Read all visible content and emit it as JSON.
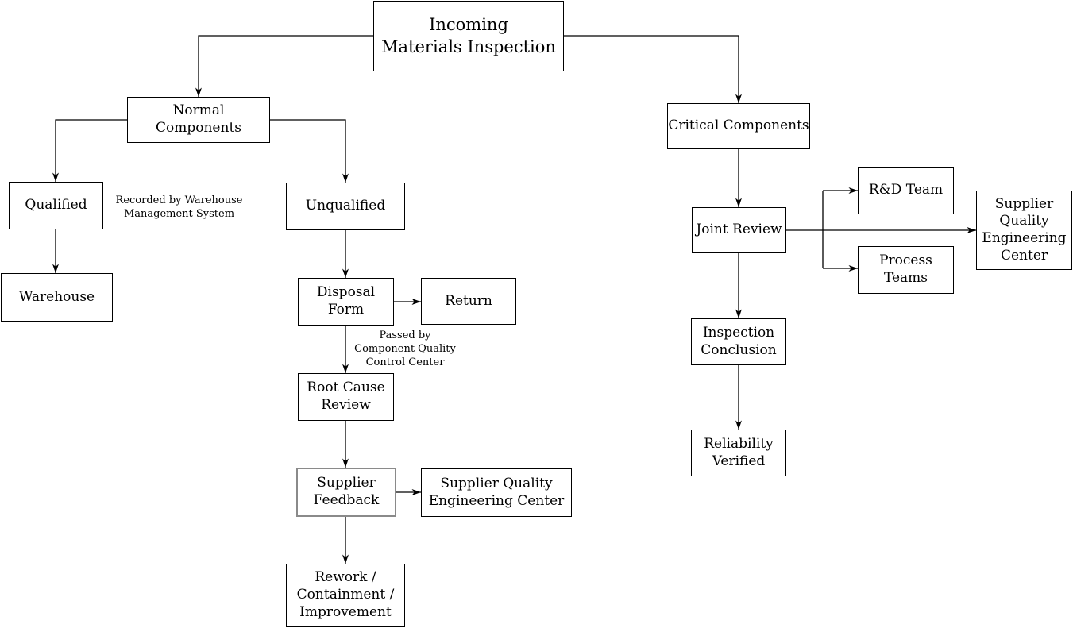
{
  "diagram": {
    "title": "Incoming Materials Inspection",
    "type": "flowchart"
  },
  "nodes": {
    "title": {
      "label": "Incoming\nMaterials Inspection"
    },
    "normal_components": {
      "label": "Normal Components"
    },
    "critical_components": {
      "label": "Critical Components"
    },
    "qualified": {
      "label": "Qualified"
    },
    "unqualified": {
      "label": "Unqualified"
    },
    "warehouse": {
      "label": "Warehouse"
    },
    "disposal_form": {
      "label": "Disposal\nForm"
    },
    "return": {
      "label": "Return"
    },
    "root_cause_review": {
      "label": "Root Cause\nReview"
    },
    "supplier_feedback": {
      "label": "Supplier\nFeedback"
    },
    "supplier_quality_engineering_center_left": {
      "label": "Supplier Quality\nEngineering Center"
    },
    "rework": {
      "label": "Rework /\nContainment /\nImprovement"
    },
    "joint_review": {
      "label": "Joint Review"
    },
    "rnd_team": {
      "label": "R&D Team"
    },
    "process_teams": {
      "label": "Process\nTeams"
    },
    "supplier_quality_engineering_center_right": {
      "label": "Supplier\nQuality\nEngineering\nCenter"
    },
    "inspection_conclusion": {
      "label": "Inspection\nConclusion"
    },
    "reliability_verified": {
      "label": "Reliability\nVerified"
    }
  },
  "edge_labels": {
    "recorded_by": "Recorded by Warehouse\nManagement System",
    "passed_by": "Passed by\nComponent Quality\nControl Center"
  },
  "edges": [
    {
      "from": "Incoming Materials Inspection",
      "to": "Normal Components"
    },
    {
      "from": "Incoming Materials Inspection",
      "to": "Critical Components"
    },
    {
      "from": "Normal Components",
      "to": "Qualified"
    },
    {
      "from": "Normal Components",
      "to": "Unqualified"
    },
    {
      "from": "Qualified",
      "to": "Warehouse",
      "label": "Recorded by Warehouse Management System"
    },
    {
      "from": "Unqualified",
      "to": "Disposal Form"
    },
    {
      "from": "Disposal Form",
      "to": "Return"
    },
    {
      "from": "Disposal Form",
      "to": "Root Cause Review",
      "label": "Passed by Component Quality Control Center"
    },
    {
      "from": "Root Cause Review",
      "to": "Supplier Feedback"
    },
    {
      "from": "Supplier Feedback",
      "to": "Supplier Quality Engineering Center"
    },
    {
      "from": "Supplier Feedback",
      "to": "Rework / Containment / Improvement"
    },
    {
      "from": "Critical Components",
      "to": "Joint Review"
    },
    {
      "from": "Joint Review",
      "to": "R&D Team"
    },
    {
      "from": "Joint Review",
      "to": "Process Teams"
    },
    {
      "from": "Joint Review",
      "to": "Supplier Quality Engineering Center"
    },
    {
      "from": "Joint Review",
      "to": "Inspection Conclusion"
    },
    {
      "from": "Inspection Conclusion",
      "to": "Reliability Verified"
    }
  ],
  "colors": {
    "box_border": "#000000",
    "highlight_border": "#8a8a8a",
    "line": "#000000",
    "text": "#000000",
    "background": "#ffffff"
  }
}
